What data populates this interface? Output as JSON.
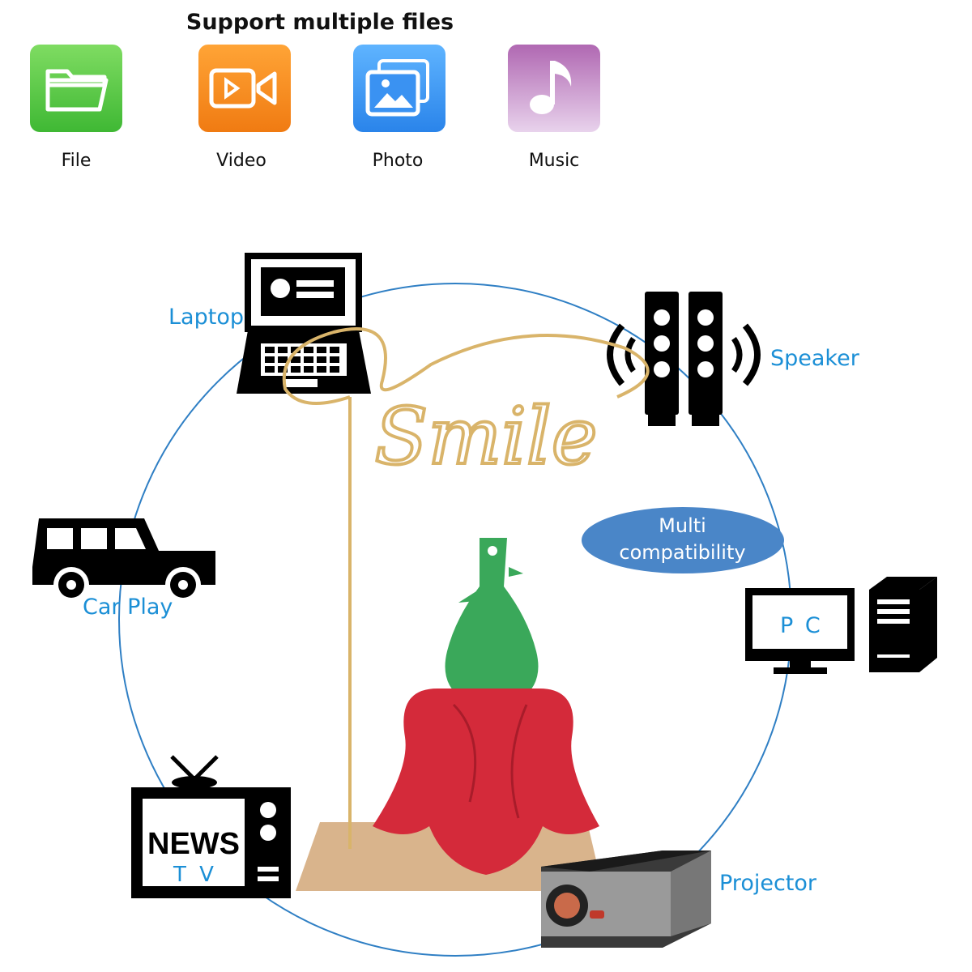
{
  "header": {
    "title": "Support multiple files"
  },
  "file_types": [
    {
      "label": "File",
      "icon": "folder-icon",
      "color": "#4cc33a"
    },
    {
      "label": "Video",
      "icon": "video-icon",
      "color": "#f28a1a"
    },
    {
      "label": "Photo",
      "icon": "photo-icon",
      "color": "#2f8cf0"
    },
    {
      "label": "Music",
      "icon": "music-icon",
      "color": "#8e3e8e"
    }
  ],
  "devices": {
    "laptop": "Laptop",
    "speaker": "Speaker",
    "car": "Car Play",
    "pc": "P C",
    "tv": "T V",
    "tv_screen": "NEWS",
    "projector": "Projector"
  },
  "center": {
    "badge_text": "Multi compatibility"
  },
  "product": {
    "sign_text": "Smile"
  },
  "colors": {
    "accent": "#1b8fd6",
    "circle": "#2f7fc4",
    "badge": "#4a86c8",
    "rose": "#d42a3a",
    "leaf": "#3aa85a",
    "wire": "#d9b46a"
  }
}
